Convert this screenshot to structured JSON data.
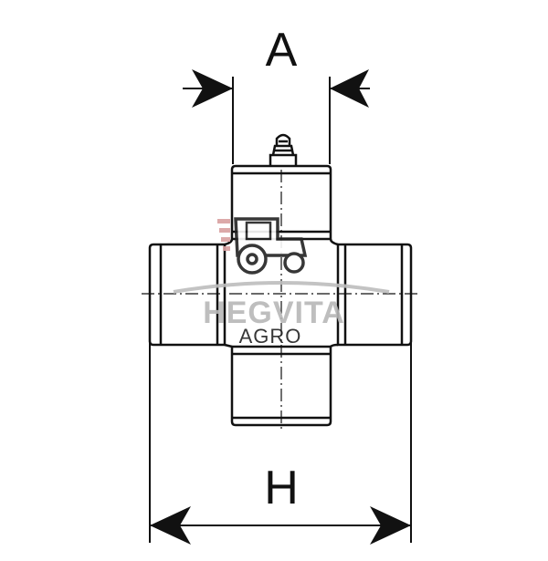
{
  "dimensions": {
    "width_label": "A",
    "height_label": "H"
  },
  "watermark": {
    "brand": "HEGVITA",
    "sub": "AGRO"
  },
  "colors": {
    "line": "#111111",
    "watermark_grey": "#b8b8b8",
    "watermark_red": "#d9a0a0"
  }
}
